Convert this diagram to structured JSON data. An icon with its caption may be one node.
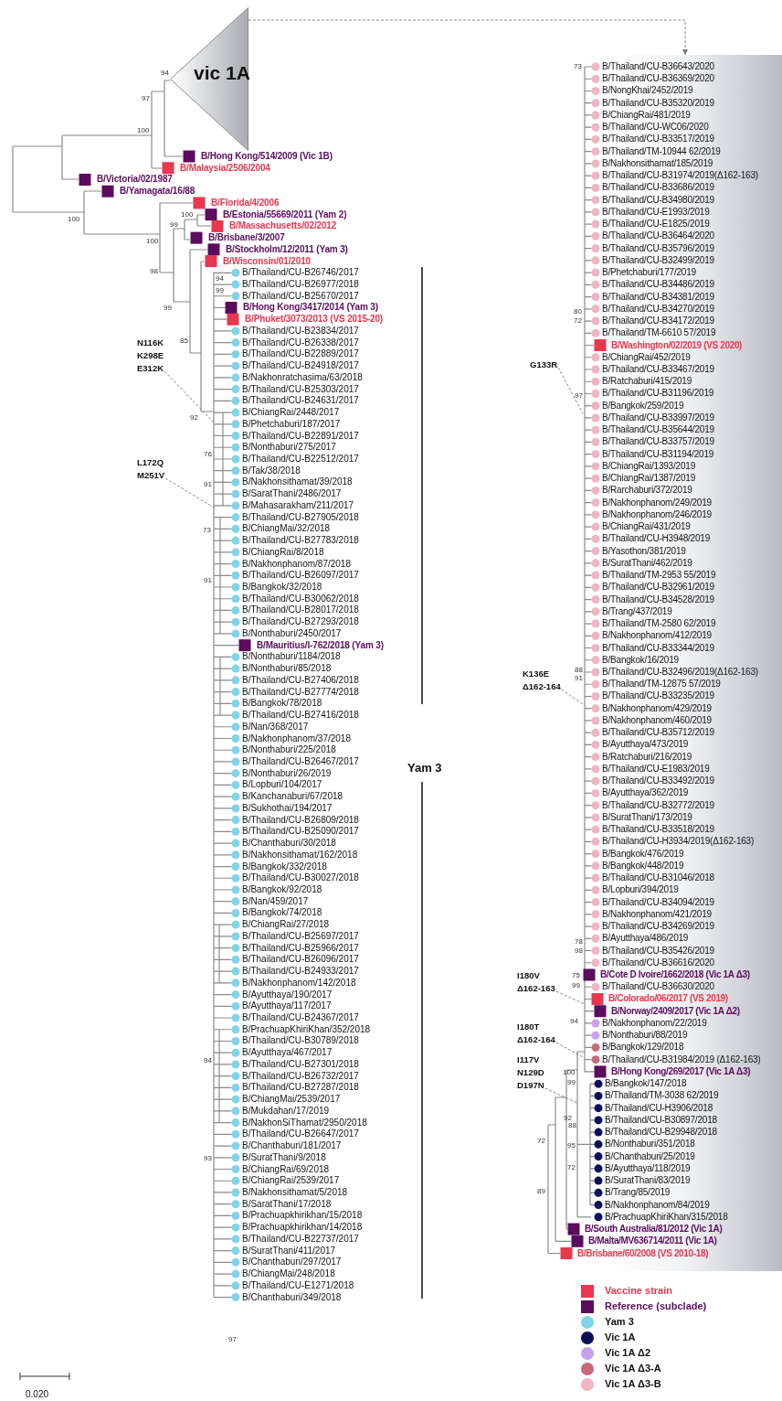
{
  "diagram": {
    "nodes": [
      {
        "text": [
          "vic 1A"
        ]
      },
      {
        "text": [],
        "shape": "box"
      },
      {
        "text": [
          "N116K K298E E312K"
        ]
      },
      {
        "text": [
          "L172Q M251V"
        ]
      },
      {
        "text": [
          "G133R"
        ]
      },
      {
        "text": [
          "K136E Δ162-164"
        ]
      },
      {
        "text": [
          "I180V Δ162-163"
        ]
      },
      {
        "text": [
          "I180T Δ162-164"
        ]
      },
      {
        "text": [
          "I117V N129D D197N"
        ]
      }
    ],
    "edges": [
      {
        "from": 0,
        "to": 1,
        "arrow": "to",
        "style": "dashed"
      },
      {
        "from": 2,
        "to": null,
        "arrow": "none",
        "style": "dashed"
      },
      {
        "from": 3,
        "to": null,
        "arrow": "none",
        "style": "dashed"
      },
      {
        "from": 4,
        "to": null,
        "arrow": "none",
        "style": "dashed"
      },
      {
        "from": 5,
        "to": null,
        "arrow": "none",
        "style": "dashed"
      },
      {
        "from": 6,
        "to": null,
        "arrow": "none",
        "style": "dashed"
      },
      {
        "from": 7,
        "to": null,
        "arrow": "none",
        "style": "dashed"
      },
      {
        "from": 8,
        "to": null,
        "arrow": "none",
        "style": "dashed"
      }
    ],
    "labels": [
      "B/Hong Kong/514/2009 (Vic 1B)",
      "B/Malaysia/2506/2004",
      "B/Victoria/02/1987",
      "B/Yamagata/16/88",
      "B/Florida/4/2006",
      "B/Estonia/55669/2011 (Yam 2)",
      "B/Massachusetts/02/2012",
      "B/Brisbane/3/2007",
      "B/Stockholm/12/2011 (Yam 3)",
      "B/Wisconsin/01/2010",
      "B/Thailand/CU-B26746/2017",
      "B/Thailand/CU-B26977/2018",
      "B/Thailand/CU-B25670/2017",
      "B/Hong Kong/3417/2014 (Yam 3)",
      "B/Phuket/3073/2013 (VS 2015-20)",
      "B/Thailand/CU-B23834/2017",
      "B/Thailand/CU-B26338/2017",
      "B/Thailand/CU-B22889/2017",
      "B/Thailand/CU-B24918/2017",
      "B/Nakhonratchasima/63/2018",
      "B/Thailand/CU-B25303/2017",
      "B/Thailand/CU-B24631/2017",
      "B/ChiangRai/2448/2017",
      "B/Phetchaburi/187/2017",
      "B/Thailand/CU-B22891/2017",
      "B/Nonthaburi/275/2017",
      "B/Thailand/CU-B22512/2017",
      "B/Tak/38/2018",
      "B/Nakhonsithamat/39/2018",
      "B/SaratThani/2486/2017",
      "B/Mahasarakham/211/2017",
      "B/Thailand/CU-B27905/2018",
      "B/ChiangMai/32/2018",
      "B/Thailand/CU-B27783/2018",
      "B/ChiangRai/8/2018",
      "B/Nakhonphanom/87/2018",
      "B/Thailand/CU-B26097/2017",
      "B/Bangkok/32/2018",
      "B/Thailand/CU-B30062/2018",
      "B/Thailand/CU-B28017/2018",
      "B/Thailand/CU-B27293/2018",
      "B/Nonthaburi/2450/2017",
      "B/Mauritius/I-762/2018 (Yam 3)",
      "B/Nonthaburi/1184/2018",
      "B/Nonthaburi/85/2018",
      "B/Thailand/CU-B27406/2018",
      "B/Thailand/CU-B27774/2018",
      "B/Bangkok/78/2018",
      "B/Thailand/CU-B27416/2018",
      "B/Nan/368/2017",
      "B/Nakhonphanom/37/2018",
      "B/Nonthaburi/225/2018",
      "B/Thailand/CU-B26467/2017",
      "B/Nonthaburi/26/2019",
      "B/Lopburi/104/2017",
      "B/Kanchanaburi/67/2018",
      "B/Sukhothai/194/2017",
      "B/Thailand/CU-B26809/2018",
      "B/Thailand/CU-B25090/2017",
      "B/Chanthaburi/30/2018",
      "B/Nakhonsithamat/162/2018",
      "B/Bangkok/332/2018",
      "B/Thailand/CU-B30027/2018",
      "B/Bangkok/92/2018",
      "B/Nan/459/2017",
      "B/Bangkok/74/2018",
      "B/ChiangRai/27/2018",
      "B/Thailand/CU-B25697/2017",
      "B/Thailand/CU-B25966/2017",
      "B/Thailand/CU-B26096/2017",
      "B/Thailand/CU-B24933/2017",
      "B/Nakhonphanom/142/2018",
      "B/Ayutthaya/190/2017",
      "B/Ayutthaya/117/2017",
      "B/Thailand/CU-B24367/2017",
      "B/PrachuapKhiriKhan/352/2018",
      "B/Thailand/CU-B30789/2018",
      "B/Ayutthaya/467/2017",
      "B/Thailand/CU-B27301/2018",
      "B/Thailand/CU-B26732/2017",
      "B/Thailand/CU-B27287/2018",
      "B/ChiangMai/2539/2017",
      "B/Mukdahan/17/2019",
      "B/NakhonSiThamat/2950/2018",
      "B/Thailand/CU-B26647/2017",
      "B/Chanthaburi/181/2017",
      "B/SuratThani/9/2018",
      "B/ChiangRai/69/2018",
      "B/ChiangRai/2539/2017",
      "B/Nakhonsithamat/5/2018",
      "B/SaratThani/17/2018",
      "B/Prachuapkhirikhan/15/2018",
      "B/Prachuapkhirikhan/14/2018",
      "B/Thailand/CU-B22737/2017",
      "B/SuratThani/411/2017",
      "B/Chanthaburi/297/2017",
      "B/ChiangMai/248/2018",
      "B/Thailand/CU-E1271/2018",
      "B/Chanthaburi/349/2018",
      "B/Thailand/CU-B36643/2020",
      "B/Thailand/CU-B36369/2020",
      "B/NongKhai/2452/2019",
      "B/Thailand/CU-B35320/2019",
      "B/ChiangRai/481/2019",
      "B/Thailand/CU-WC06/2020",
      "B/Thailand/CU-B33517/2019",
      "B/Thailand/TM-10944 62/2019",
      "B/Nakhonsithamat/185/2019",
      "B/Thailand/CU-B31974/2019(Δ162-163)",
      "B/Thailand/CU-B33686/2019",
      "B/Thailand/CU-B34980/2019",
      "B/Thailand/CU-E1993/2019",
      "B/Thailand/CU-E1825/2019",
      "B/Thailand/CU-B36464/2020",
      "B/Thailand/CU-B35796/2019",
      "B/Thailand/CU-B32499/2019",
      "B/Phetchaburi/177/2019",
      "B/Thailand/CU-B34486/2019",
      "B/Thailand/CU-B34381/2019",
      "B/Thailand/CU-B34270/2019",
      "B/Thailand/CU-B34172/2019",
      "B/Thailand/TM-6610 57/2019",
      "B/Washington/02/2019 (VS 2020)",
      "B/ChiangRai/452/2019",
      "B/Thailand/CU-B33467/2019",
      "B/Ratchaburi/415/2019",
      "B/Thailand/CU-B31196/2019",
      "B/Bangkok/259/2019",
      "B/Thailand/CU-B33997/2019",
      "B/Thailand/CU-B35644/2019",
      "B/Thailand/CU-B33757/2019",
      "B/Thailand/CU-B31194/2019",
      "B/ChiangRai/1393/2019",
      "B/ChiangRai/1387/2019",
      "B/Rarchaburi/372/2019",
      "B/Nakhonphanom/249/2019",
      "B/Nakhonphanom/246/2019",
      "B/ChiangRai/431/2019",
      "B/Thailand/CU-H3948/2019",
      "B/Yasothon/381/2019",
      "B/SuratThani/462/2019",
      "B/Thailand/TM-2953 55/2019",
      "B/Thailand/CU-B32961/2019",
      "B/Thailand/CU-B34528/2019",
      "B/Trang/437/2019",
      "B/Thailand/TM-2580 62/2019",
      "B/Nakhonphanom/412/2019",
      "B/Thailand/CU-B33344/2019",
      "B/Bangkok/16/2019",
      "B/Thailand/CU-B32496/2019(Δ162-163)",
      "B/Thailand/TM-12875 57/2019",
      "B/Thailand/CU-B33235/2019",
      "B/Nakhonphanom/429/2019",
      "B/Nakhonphanom/460/2019",
      "B/Thailand/CU-B35712/2019",
      "B/Ayutthaya/473/2019",
      "B/Ratchaburi/216/2019",
      "B/Thailand/CU-E1983/2019",
      "B/Thailand/CU-B33492/2019",
      "B/Ayutthaya/362/2019",
      "B/Thailand/CU-B32772/2019",
      "B/SuratThani/173/2019",
      "B/Thailand/CU-B33518/2019",
      "B/Thailand/CU-H3934/2019(Δ162-163)",
      "B/Bangkok/476/2019",
      "B/Bangkok/448/2019",
      "B/Thailand/CU-B31046/2018",
      "B/Lopburi/394/2019",
      "B/Thailand/CU-B34094/2019",
      "B/Nakhonphanom/421/2019",
      "B/Thailand/CU-B34269/2019",
      "B/Ayutthaya/486/2019",
      "B/Thailand/CU-B35426/2019",
      "B/Thailand/CU-B36616/2020",
      "B/Cote D Ivoire/1662/2018 (Vic 1A Δ3)",
      "B/Thailand/CU-B36630/2020",
      "B/Colorado/06/2017 (VS 2019)",
      "B/Norway/2409/2017 (Vic 1A Δ2)",
      "B/Nakhonphanom/22/2019",
      "B/Nonthaburi/88/2019",
      "B/Bangkok/129/2018",
      "B/Thailand/CU-B31984/2019 (Δ162-163)",
      "B/Hong Kong/269/2017 (Vic 1A Δ3)",
      "B/Bangkok/147/2018",
      "B/Thailand/TM-3038 62/2019",
      "B/Thailand/CU-H3906/2018",
      "B/Thailand/CU-B30897/2018",
      "B/Thailand/CU-B29948/2018",
      "B/Nonthaburi/351/2018",
      "B/Chanthaburi/25/2019",
      "B/Ayutthaya/118/2019",
      "B/SuratThani/83/2019",
      "B/Trang/85/2019",
      "B/Nakhonphanom/84/2019",
      "B/PrachuapKhiriKhan/315/2018",
      "B/South Australia/81/2012 (Vic 1A)",
      "B/Malta/MV636714/2011 (Vic 1A)",
      "B/Brisbane/60/2008 (VS 2010-18)",
      "94",
      "97",
      "100",
      "100",
      "99",
      "100",
      "100",
      "98",
      "94",
      "99",
      "99",
      "85",
      "92",
      "76",
      "91",
      "73",
      "91",
      "94",
      "93",
      "97",
      "73",
      "80",
      "72",
      "97",
      "88",
      "91",
      "78",
      "98",
      "75",
      "99",
      "94",
      "100",
      "99",
      "92",
      "88",
      "72",
      "95",
      "72",
      "89",
      "Yam 3",
      "0.020"
    ],
    "legend": [
      {
        "text": "Vaccine strain",
        "color": "#e8374f"
      },
      {
        "text": "Reference (subclade)",
        "color": "#5b0c5f"
      },
      {
        "text": "Yam 3",
        "color": "#80d4e8"
      },
      {
        "text": "Vic 1A",
        "color": "#0c0f5a"
      },
      {
        "text": "Vic 1A Δ2",
        "color": "#c8a0f0"
      },
      {
        "text": "Vic 1A Δ3-A",
        "color": "#c86878"
      },
      {
        "text": "Vic 1A Δ3-B",
        "color": "#f0b4c2"
      }
    ]
  }
}
